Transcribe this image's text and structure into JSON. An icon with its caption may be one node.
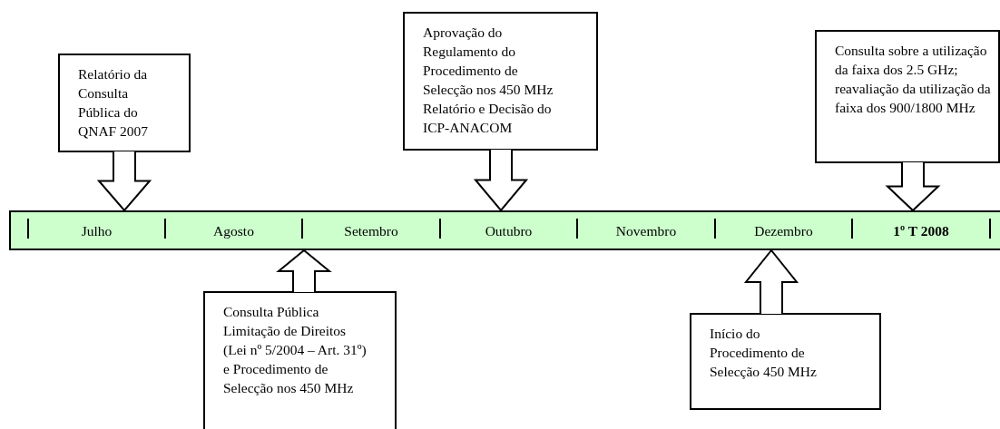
{
  "diagram": {
    "nodes": [
      {
        "text": [
          "Relatório da Consulta Pública do QNAF 2007"
        ]
      },
      {
        "text": [
          "Aprovação do Regulamento do Procedimento de Selecção nos 450 MHz Relatório e Decisão do ICP-ANACOM"
        ]
      },
      {
        "text": [
          "Consulta sobre a utilização da faixa dos 2.5 GHz; reavaliação da utilização da faixa dos 900/1800 MHz"
        ]
      },
      {
        "text": [],
        "shape": "bar"
      },
      {
        "text": [
          "Julho"
        ],
        "in": 3
      },
      {
        "text": [
          "Agosto"
        ],
        "in": 3
      },
      {
        "text": [
          "Setembro"
        ],
        "in": 3
      },
      {
        "text": [
          "Outubro"
        ],
        "in": 3
      },
      {
        "text": [
          "Novembro"
        ],
        "in": 3
      },
      {
        "text": [
          "Dezembro"
        ],
        "in": 3
      },
      {
        "text": [
          "1º T 2008"
        ],
        "in": 3
      },
      {
        "text": [
          "Consulta Pública Limitação de Direitos (Lei nº 5/2004 – Art. 31º) e Procedimento de Selecção nos 450 MHz"
        ]
      },
      {
        "text": [
          "Início do Procedimento de Selecção 450 MHz"
        ]
      }
    ],
    "edges": [
      {
        "from": 0,
        "to": 3,
        "arrow": "to"
      },
      {
        "from": 1,
        "to": 3,
        "arrow": "to"
      },
      {
        "from": 2,
        "to": 3,
        "arrow": "to"
      },
      {
        "from": 11,
        "to": 3,
        "arrow": "to"
      },
      {
        "from": 12,
        "to": 3,
        "arrow": "to"
      }
    ]
  }
}
